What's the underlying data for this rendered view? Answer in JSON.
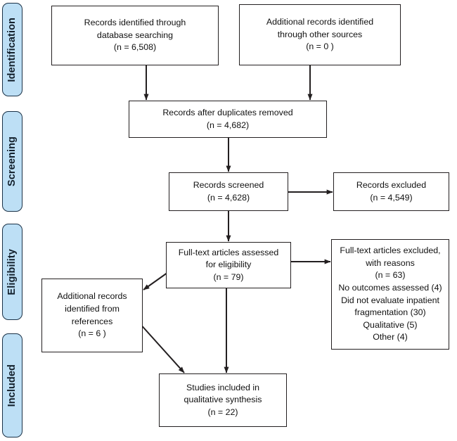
{
  "diagram": {
    "type": "prisma-flow-diagram",
    "title": "PRISMA study selection flow diagram",
    "colors": {
      "stage_tab_fill": "#bddff5",
      "stage_tab_border": "#1b3247",
      "box_border": "#231f20",
      "box_fill": "#ffffff",
      "arrow": "#231f20",
      "text": "#111111"
    },
    "stages": [
      {
        "id": "identification",
        "label": "Identification"
      },
      {
        "id": "screening",
        "label": "Screening"
      },
      {
        "id": "eligibility",
        "label": "Eligibility"
      },
      {
        "id": "included",
        "label": "Included"
      }
    ],
    "boxes": [
      {
        "id": "records-database",
        "stage": "identification",
        "text": "Records identified through\ndatabase searching\n(n =  6,508)",
        "n": 6508
      },
      {
        "id": "records-other-sources",
        "stage": "identification",
        "text": "Additional records identified\nthrough other sources\n(n =  0 )",
        "n": 0
      },
      {
        "id": "records-after-duplicates",
        "stage": "identification",
        "text": "Records after duplicates removed\n(n = 4,682)",
        "n": 4682
      },
      {
        "id": "records-screened",
        "stage": "screening",
        "text": "Records screened\n(n =   4,628)",
        "n": 4628
      },
      {
        "id": "records-excluded",
        "stage": "screening",
        "text": "Records excluded\n(n = 4,549)",
        "n": 4549
      },
      {
        "id": "fulltext-assessed",
        "stage": "eligibility",
        "text": "Full-text articles assessed\nfor eligibility\n(n = 79)",
        "n": 79
      },
      {
        "id": "fulltext-excluded",
        "stage": "eligibility",
        "text": "Full-text articles excluded,\nwith reasons\n(n = 63)\nNo outcomes assessed (4)\nDid not evaluate inpatient\nfragmentation (30)\nQualitative (5)\nOther (4)",
        "n": 63,
        "reasons": [
          {
            "label": "No outcomes assessed",
            "count": 4
          },
          {
            "label": "Did not evaluate inpatient fragmentation",
            "count": 30
          },
          {
            "label": "Qualitative",
            "count": 5
          },
          {
            "label": "Other",
            "count": 4
          }
        ]
      },
      {
        "id": "records-from-references",
        "stage": "eligibility",
        "text": "Additional records\nidentified from\nreferences\n(n =  6 )",
        "n": 6
      },
      {
        "id": "studies-included",
        "stage": "included",
        "text": "Studies included in\nqualitative synthesis\n(n = 22)",
        "n": 22
      }
    ],
    "connectors": [
      {
        "id": "database-to-duplicates",
        "from": "records-database",
        "to": "records-after-duplicates",
        "kind": "vertical-arrow"
      },
      {
        "id": "other-sources-to-duplicates",
        "from": "records-other-sources",
        "to": "records-after-duplicates",
        "kind": "vertical-arrow"
      },
      {
        "id": "duplicates-to-screened",
        "from": "records-after-duplicates",
        "to": "records-screened",
        "kind": "vertical-arrow"
      },
      {
        "id": "screened-to-excluded",
        "from": "records-screened",
        "to": "records-excluded",
        "kind": "horizontal-arrow"
      },
      {
        "id": "screened-to-fulltext",
        "from": "records-screened",
        "to": "fulltext-assessed",
        "kind": "vertical-arrow"
      },
      {
        "id": "fulltext-to-excluded-reasons",
        "from": "fulltext-assessed",
        "to": "fulltext-excluded",
        "kind": "horizontal-arrow"
      },
      {
        "id": "fulltext-to-references",
        "from": "fulltext-assessed",
        "to": "records-from-references",
        "kind": "diagonal-arrow"
      },
      {
        "id": "references-to-studies",
        "from": "records-from-references",
        "to": "studies-included",
        "kind": "diagonal-arrow"
      },
      {
        "id": "fulltext-to-studies",
        "from": "fulltext-assessed",
        "to": "studies-included",
        "kind": "vertical-arrow"
      }
    ]
  }
}
